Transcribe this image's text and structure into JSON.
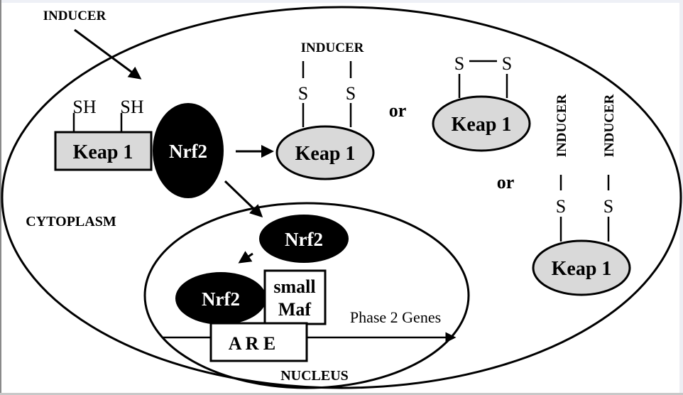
{
  "title": "Keap1-Nrf2 inducer signaling pathway",
  "colors": {
    "line": "#000000",
    "keap_fill": "#d9d9d9",
    "nrf2_fill": "#000000",
    "nrf2_text": "#ffffff",
    "background": "#ffffff"
  },
  "labels": {
    "inducer_top": "INDUCER",
    "inducer_bound": "INDUCER",
    "inducer_vertical_1": "INDUCER",
    "inducer_vertical_2": "INDUCER",
    "sh_1": "SH",
    "sh_2": "SH",
    "s_1": "S",
    "s_2": "S",
    "s_3": "S",
    "s_4": "S",
    "s_5": "S",
    "s_6": "S",
    "keap1_box": "Keap 1",
    "keap1_oval_a": "Keap 1",
    "keap1_oval_b": "Keap 1",
    "keap1_oval_c": "Keap 1",
    "nrf2_cytoplasm": "Nrf2",
    "nrf2_nucleus_upper": "Nrf2",
    "nrf2_nucleus_bound": "Nrf2",
    "or_1": "or",
    "or_2": "or",
    "cytoplasm": "CYTOPLASM",
    "nucleus": "NUCLEUS",
    "small_maf_line1": "small",
    "small_maf_line2": "Maf",
    "are": "A R E",
    "phase2_genes": "Phase 2 Genes"
  }
}
